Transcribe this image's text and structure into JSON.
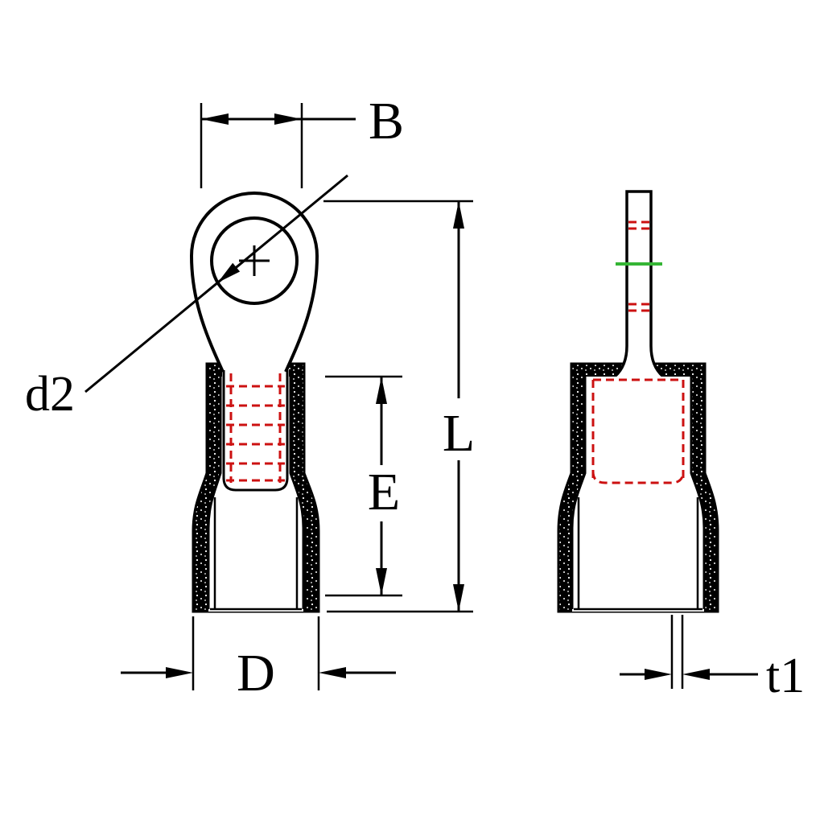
{
  "diagram": {
    "dimension_labels": {
      "b": "B",
      "d2": "d2",
      "l": "L",
      "e": "E",
      "d": "D",
      "t1": "t1"
    },
    "colors": {
      "background": "#ffffff",
      "outline": "#000000",
      "serration_red": "#cc1111",
      "stripe_green": "#35b535"
    }
  }
}
